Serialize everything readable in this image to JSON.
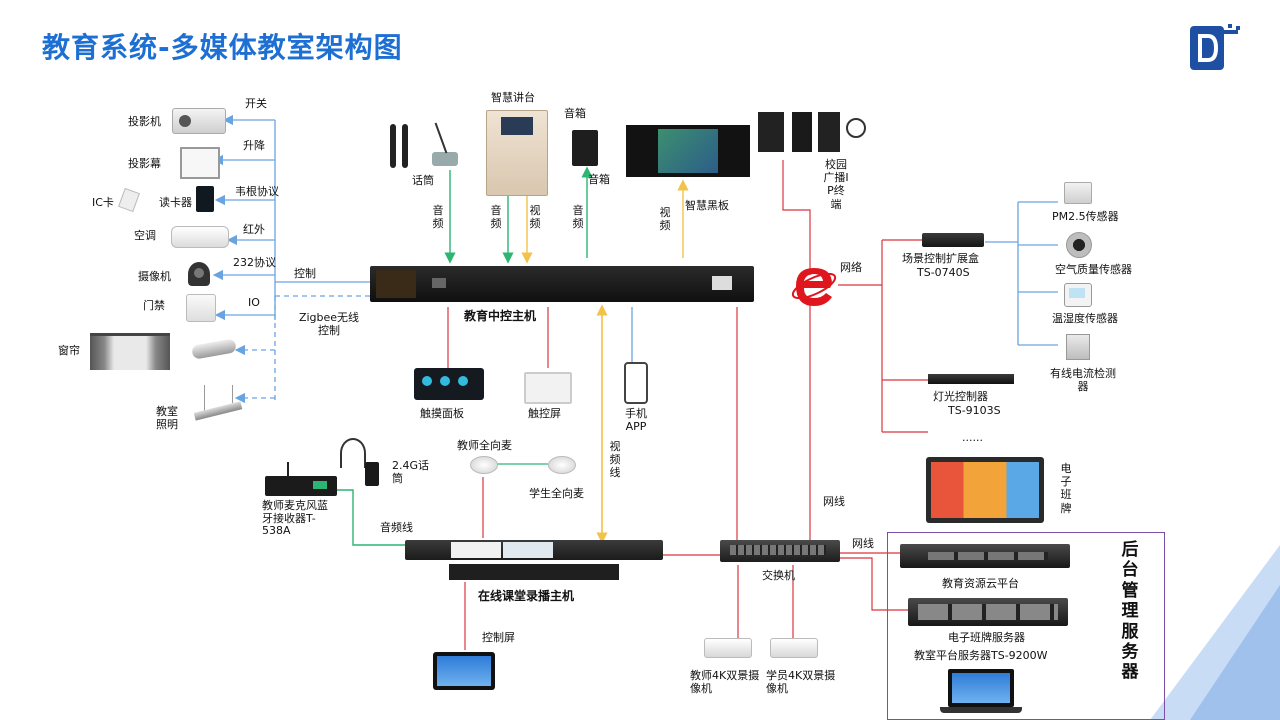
{
  "title": "教育系统-多媒体教室架构图",
  "colors": {
    "title": "#1d6fd3",
    "audio": "#2bb673",
    "video": "#f3c24a",
    "control": "#6aa4e0",
    "network": "#d9363e",
    "server_frame": "#7b4fa8"
  },
  "left_devices": {
    "projector": "投影机",
    "screen": "投影幕",
    "card_reader": "读卡器",
    "ic_card": "IC卡",
    "ac": "空调",
    "camera": "摄像机",
    "door": "门禁",
    "curtain": "窗帘",
    "lighting": "教室照明"
  },
  "left_signals": {
    "switch": "开关",
    "lift": "升降",
    "wiegand": "韦根协议",
    "infrared": "红外",
    "rs232": "232协议",
    "io": "IO",
    "control": "控制",
    "zigbee": "Zigbee无线控制"
  },
  "top_devices": {
    "mic": "话筒",
    "podium": "智慧讲台",
    "speaker_top": "音箱",
    "speaker_bottom": "音箱",
    "blackboard": "智慧黑板",
    "broadcast": "校园广播IP终端"
  },
  "signal_labels": {
    "audio1": "音频",
    "audio2": "音频",
    "video1": "视频",
    "audio3": "音频",
    "video2": "视频",
    "video_line": "视频线",
    "network": "网络",
    "net_line1": "网线",
    "net_line2": "网线",
    "audio_line": "音频线",
    "control_screen": "控制屏"
  },
  "main_host": "教育中控主机",
  "control_devices": {
    "touch_panel": "触摸面板",
    "touch_screen": "触控屏",
    "mobile_app": "手机APP"
  },
  "mics": {
    "teacher_omni": "教师全向麦",
    "student_omni": "学生全向麦",
    "wireless_24g": "2.4G话筒",
    "bt_receiver": "教师麦克风蓝牙接收器T-538A"
  },
  "recording_host": "在线课堂录播主机",
  "switch": "交换机",
  "cameras": {
    "teacher_4k": "教师4K双景摄像机",
    "student_4k": "学员4K双景摄像机"
  },
  "right_devices": {
    "scene_box": "场景控制扩展盒",
    "scene_box_model": "TS-0740S",
    "light_ctrl": "灯光控制器",
    "light_ctrl_model": "TS-9103S",
    "ellipsis": "......",
    "pm25": "PM2.5传感器",
    "air_quality": "空气质量传感器",
    "temp_humidity": "温湿度传感器",
    "current_detect": "有线电流检测器",
    "e_board": "电子班牌"
  },
  "servers": {
    "side_title": "后台管理服务器",
    "cloud": "教育资源云平台",
    "board_server": "电子班牌服务器",
    "classroom_server": "教室平台服务器TS-9200W"
  }
}
